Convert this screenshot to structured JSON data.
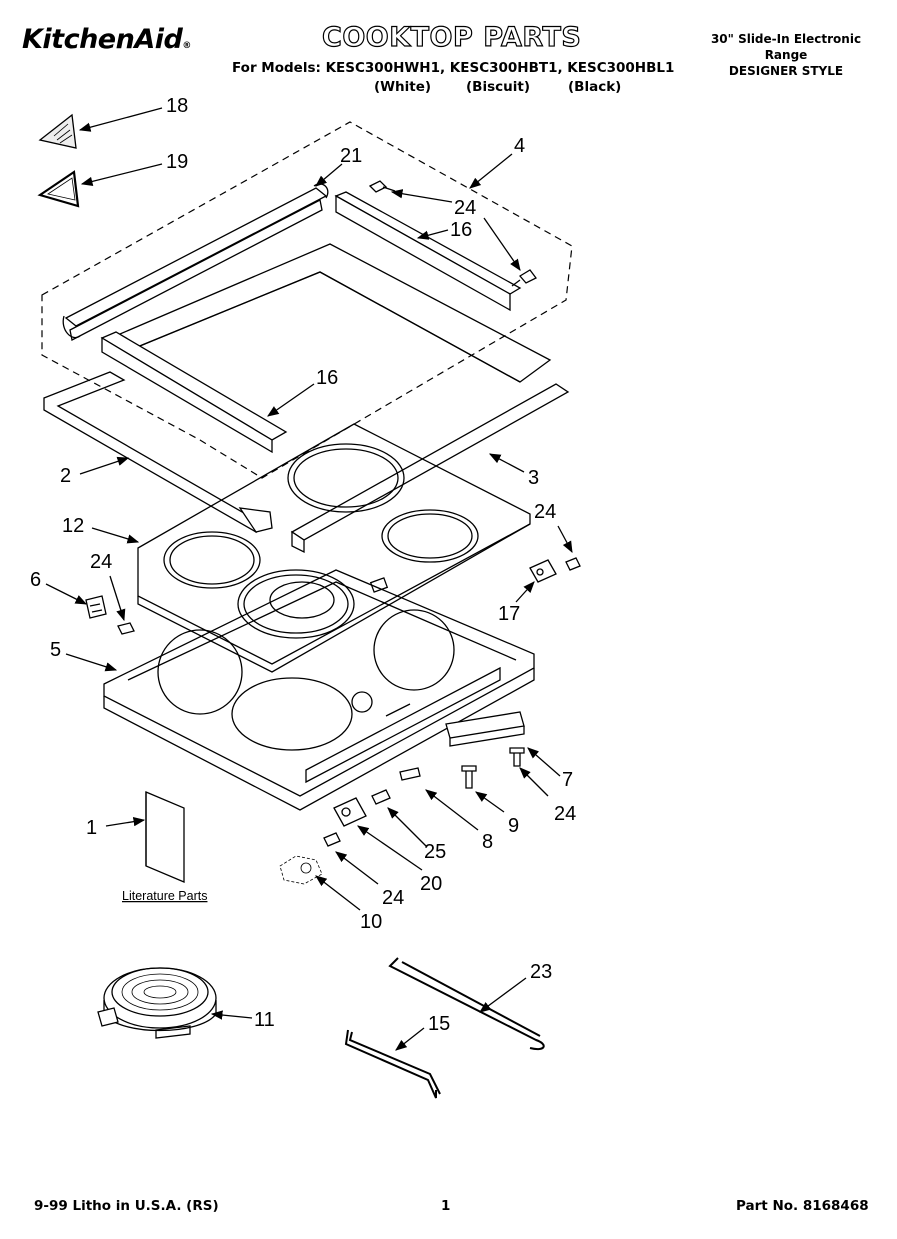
{
  "header": {
    "brand": "KitchenAid",
    "brand_mark": "®",
    "title": "COOKTOP PARTS",
    "models_line": "For Models: KESC300HWH1, KESC300HBT1, KESC300HBL1",
    "colors": [
      "(White)",
      "(Biscuit)",
      "(Black)"
    ],
    "product_line1": "30\" Slide-In Electronic",
    "product_line2": "Range",
    "product_line3": "DESIGNER STYLE"
  },
  "callouts": {
    "c18": "18",
    "c19": "19",
    "c21": "21",
    "c4": "4",
    "c24a": "24",
    "c16a": "16",
    "c16b": "16",
    "c2": "2",
    "c3": "3",
    "c12": "12",
    "c24b": "24",
    "c6": "6",
    "c24c": "24",
    "c17": "17",
    "c5": "5",
    "c7": "7",
    "c1": "1",
    "c9": "9",
    "c24d": "24",
    "c8": "8",
    "c25": "25",
    "c20": "20",
    "c24e": "24",
    "c10": "10",
    "c23": "23",
    "c11": "11",
    "c15": "15"
  },
  "literature_label": "Literature Parts",
  "footer": {
    "left": "9-99 Litho in U.S.A. (RS)",
    "page_number": "1",
    "part_number": "Part No. 8168468"
  }
}
